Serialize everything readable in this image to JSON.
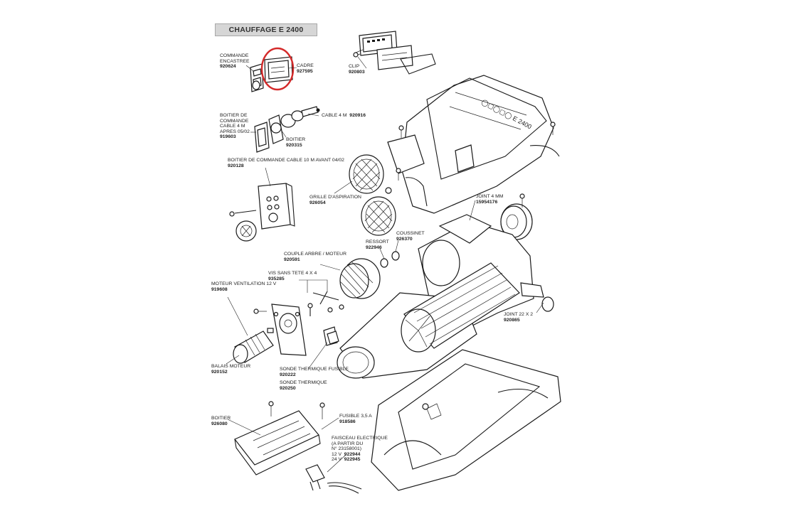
{
  "title": "CHAUFFAGE E 2400",
  "highlight_color": "#d42a2a",
  "parts": {
    "commande_encastree": {
      "lines": [
        "COMMANDE",
        "ENCASTREE"
      ],
      "ref": "920624"
    },
    "cadre": {
      "lines": [
        "CADRE"
      ],
      "ref": "927595"
    },
    "clip": {
      "lines": [
        "CLIP"
      ],
      "ref": "920803"
    },
    "boitier_commande_4m": {
      "lines": [
        "BOITIER DE",
        "COMMANDE",
        "CABLE 4 M",
        "APRES 05/02"
      ],
      "ref": "919603"
    },
    "cable_4m": {
      "text": "CABLE 4 M",
      "ref": "920916"
    },
    "boitier_small": {
      "lines": [
        "BOITIER"
      ],
      "ref": "920315"
    },
    "boitier_commande_10m": {
      "lines": [
        "BOITIER DE COMMANDE CABLE 10 M AVANT 04/02"
      ],
      "ref": "920128"
    },
    "grille": {
      "lines": [
        "GRILLE D'ASPIRATION"
      ],
      "ref": "926054"
    },
    "joint_4mm": {
      "lines": [
        "JOINT 4 MM"
      ],
      "ref": "15954176"
    },
    "ressort": {
      "lines": [
        "RESSORT"
      ],
      "ref": "922946"
    },
    "coussinet": {
      "lines": [
        "COUSSINET"
      ],
      "ref": "926370"
    },
    "couple_arbre": {
      "lines": [
        "COUPLE ARBRE / MOTEUR"
      ],
      "ref": "920591"
    },
    "vis_sans_tete": {
      "lines": [
        "VIS SANS TETE 4 X 4"
      ],
      "ref": "935285"
    },
    "moteur_ventilation": {
      "lines": [
        "MOTEUR VENTILATION 12 V"
      ],
      "ref": "919608"
    },
    "joint_22": {
      "lines": [
        "JOINT 22 X 2"
      ],
      "ref": "920865"
    },
    "balais_moteur": {
      "lines": [
        "BALAIS MOTEUR"
      ],
      "ref": "920152"
    },
    "sonde_fusible": {
      "lines": [
        "SONDE THERMIQUE FUSIBLE"
      ],
      "ref": "920222"
    },
    "sonde_thermique": {
      "lines": [
        "SONDE THERMIQUE"
      ],
      "ref": "920250"
    },
    "boitier_bottom": {
      "lines": [
        "BOITIER"
      ],
      "ref": "926080"
    },
    "fusible": {
      "lines": [
        "FUSIBLE 3,5 A"
      ],
      "ref": "918586"
    },
    "faisceau": {
      "lines": [
        "FAISCEAU ELECTRIQUE",
        "(A PARTIR DU",
        "N° 23158001)"
      ],
      "v12": "12 V",
      "ref12": "922944",
      "v24": "24 V",
      "ref24": "922945"
    }
  }
}
